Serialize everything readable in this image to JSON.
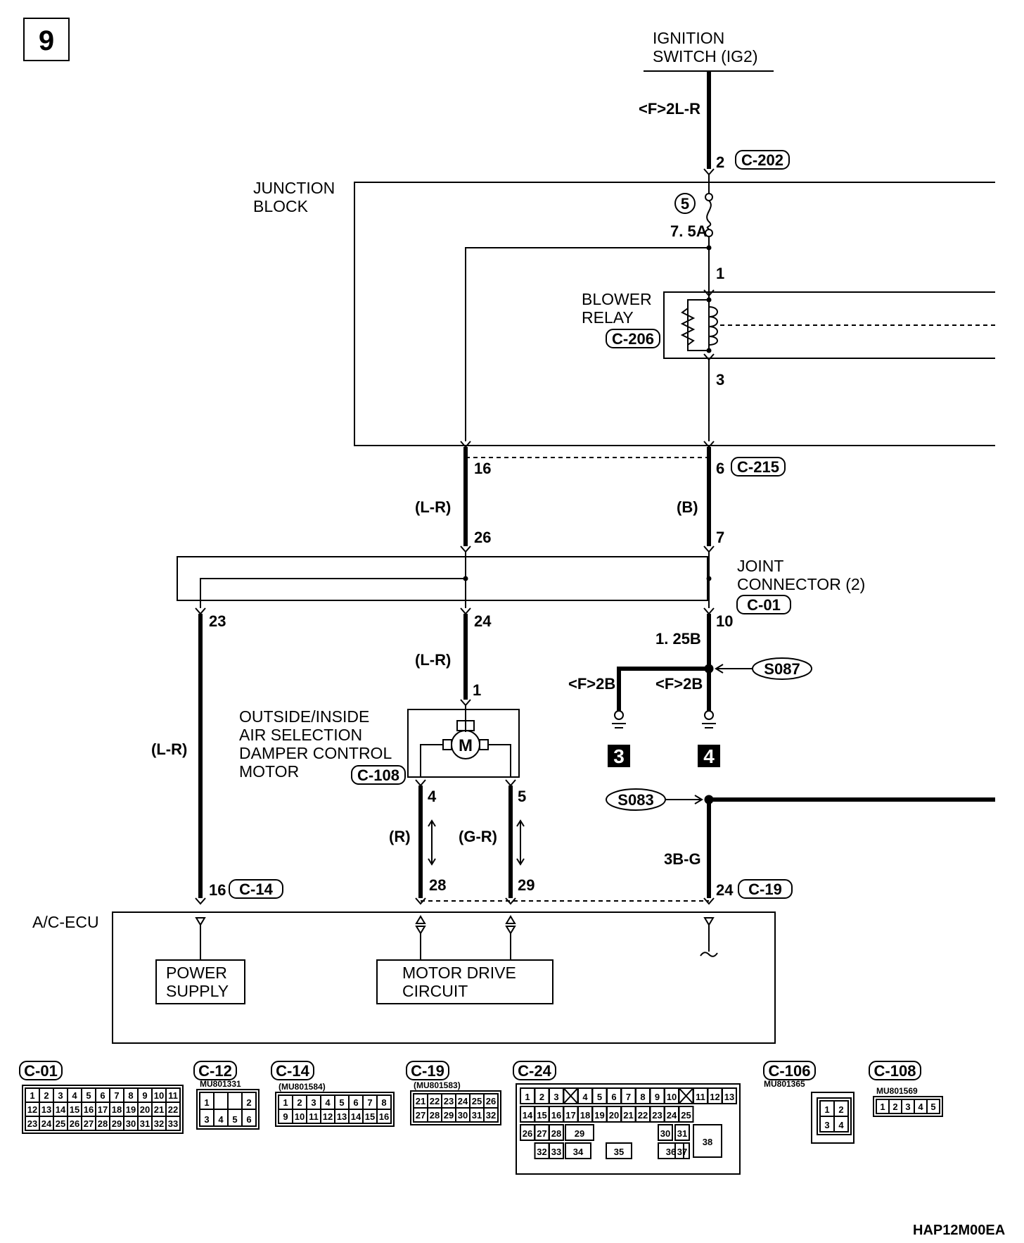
{
  "page_number": "9",
  "figure_code": "HAP12M00EA",
  "ignition": {
    "line1": "IGNITION",
    "line2": "SWITCH (IG2)",
    "wire": "<F>2L-R",
    "pin": "2",
    "connector": "C-202"
  },
  "junction_block": {
    "line1": "JUNCTION",
    "line2": "BLOCK"
  },
  "fuse": {
    "number": "5",
    "rating": "7. 5A"
  },
  "blower_relay": {
    "line1": "BLOWER",
    "line2": "RELAY",
    "connector": "C-206",
    "pin_top": "1",
    "pin_bottom": "3"
  },
  "c215": {
    "pin_left": "16",
    "pin_right": "6",
    "connector": "C-215"
  },
  "wires_mid": {
    "left": "(L-R)",
    "right": "(B)"
  },
  "joint_connector": {
    "line1": "JOINT",
    "line2": "CONNECTOR (2)",
    "connector": "C-01",
    "pin_in_left": "26",
    "pin_in_right": "7",
    "pin_out_a": "23",
    "pin_out_b": "24",
    "pin_out_c": "10"
  },
  "ground_branch": {
    "main": "1. 25B",
    "left": "<F>2B",
    "right": "<F>2B",
    "splice": "S087",
    "ground_a": "3",
    "ground_b": "4"
  },
  "motor": {
    "line1": "OUTSIDE/INSIDE",
    "line2": "AIR SELECTION",
    "line3": "DAMPER CONTROL",
    "line4": "MOTOR",
    "connector": "C-108",
    "wire_in": "(L-R)",
    "pin_in": "1",
    "pin_a": "4",
    "pin_b": "5",
    "wire_a": "(R)",
    "wire_b": "(G-R)"
  },
  "left_wire": "(L-R)",
  "s083": {
    "splice": "S083",
    "wire": "3B-G"
  },
  "ecu": {
    "label": "A/C-ECU",
    "pin_power": "16",
    "conn_power": "C-14",
    "pin_a": "28",
    "pin_b": "29",
    "pin_c": "24",
    "conn_c": "C-19",
    "power_box": [
      "POWER",
      "SUPPLY"
    ],
    "motor_box": [
      "MOTOR DRIVE",
      "CIRCUIT"
    ]
  },
  "connectors": [
    {
      "id": "C-01",
      "part": "",
      "rows": [
        [
          "1",
          "2",
          "3",
          "4",
          "5",
          "6",
          "7",
          "8",
          "9",
          "10",
          "11"
        ],
        [
          "12",
          "13",
          "14",
          "15",
          "16",
          "17",
          "18",
          "19",
          "20",
          "21",
          "22"
        ],
        [
          "23",
          "24",
          "25",
          "26",
          "27",
          "28",
          "29",
          "30",
          "31",
          "32",
          "33"
        ]
      ]
    },
    {
      "id": "C-12",
      "part": "MU801331",
      "rows": [
        [
          "1",
          "",
          "",
          "2"
        ],
        [
          "3",
          "4",
          "5",
          "6"
        ]
      ]
    },
    {
      "id": "C-14",
      "part": "(MU801584)",
      "rows": [
        [
          "1",
          "2",
          "3",
          "4",
          "5",
          "6",
          "7",
          "8"
        ],
        [
          "9",
          "10",
          "11",
          "12",
          "13",
          "14",
          "15",
          "16"
        ]
      ]
    },
    {
      "id": "C-19",
      "part": "(MU801583)",
      "rows": [
        [
          "21",
          "22",
          "23",
          "24",
          "25",
          "26"
        ],
        [
          "27",
          "28",
          "29",
          "30",
          "31",
          "32"
        ]
      ]
    },
    {
      "id": "C-24",
      "part": "",
      "row1": [
        "1",
        "2",
        "3",
        "",
        "4",
        "5",
        "6",
        "7",
        "8",
        "9",
        "10",
        "",
        "11",
        "12",
        "13"
      ],
      "row2": [
        "14",
        "15",
        "16",
        "17",
        "18",
        "19",
        "20",
        "21",
        "22",
        "23",
        "24",
        "25"
      ],
      "row3": [
        "26",
        "27",
        "28",
        "29",
        "30",
        "31",
        "38"
      ],
      "row4": [
        "32",
        "33",
        "34",
        "35",
        "36",
        "37"
      ]
    },
    {
      "id": "C-106",
      "part": "MU801365",
      "rows": [
        [
          "1",
          "2"
        ],
        [
          "3",
          "4"
        ]
      ]
    },
    {
      "id": "C-108",
      "part": "MU801569",
      "rows": [
        [
          "1",
          "2",
          "3",
          "4",
          "5"
        ]
      ]
    }
  ],
  "colors": {
    "ink": "#000000",
    "paper": "#ffffff"
  }
}
